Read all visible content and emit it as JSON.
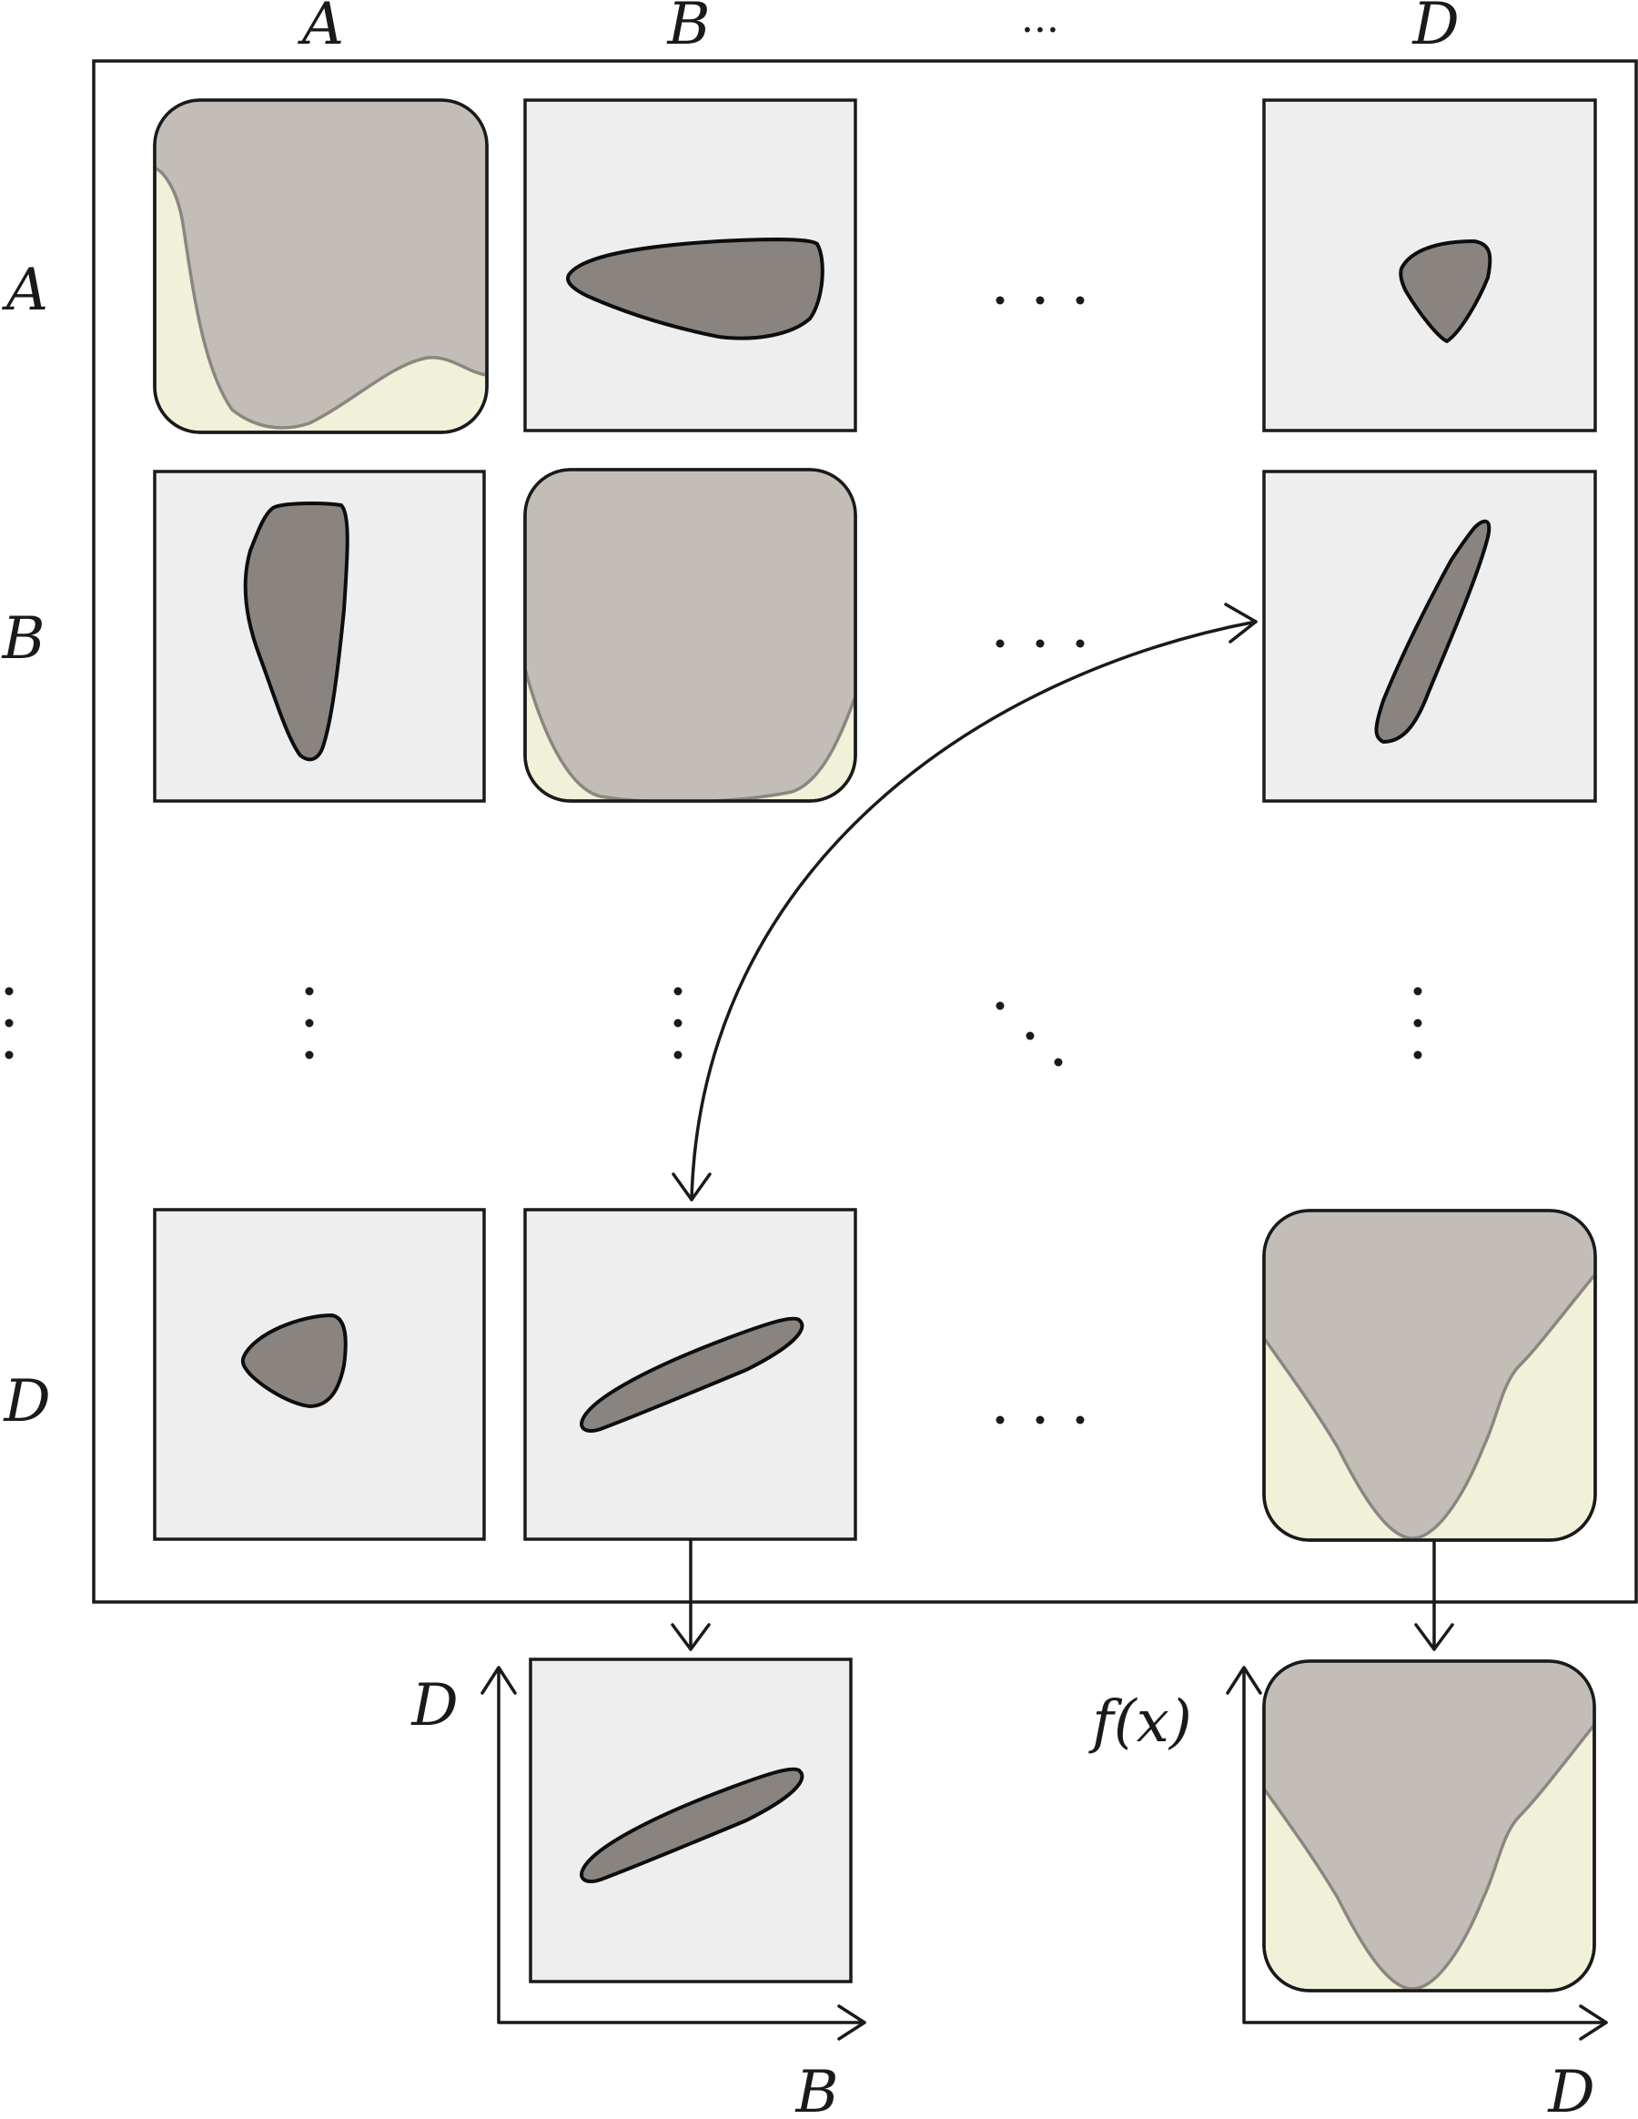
{
  "column_labels": [
    "A",
    "B",
    "···",
    "D"
  ],
  "row_labels": [
    "A",
    "B",
    "D"
  ],
  "output_plots": {
    "scatter": {
      "y_label": "D",
      "x_label": "B"
    },
    "histogram": {
      "y_label": "f(x)",
      "x_label": "D"
    }
  },
  "colors": {
    "panel_background": "#eeeeee",
    "diagonal_background": "#f1f0d8",
    "histogram_fill": "#c2bdb7",
    "blob_fill": "#898480",
    "stroke": "#1a1a1a"
  }
}
